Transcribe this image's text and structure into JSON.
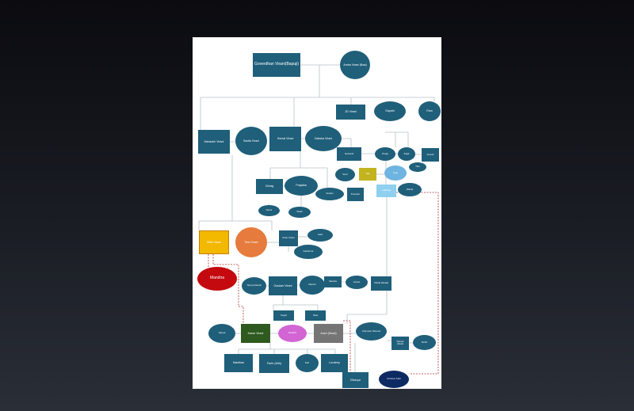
{
  "colors": {
    "node": "#1f5f7a",
    "line": "#b8c0c6",
    "dashed": "#b03030"
  },
  "nodes": {
    "goverdhan": "Goverdhan Virani(Bapuji)",
    "amba": "Amba Virani (Baa)",
    "jd": "JD Virani",
    "gayatri": "Gayatri",
    "rian": "Rian",
    "mansukh": "Mansukh Virani",
    "savita": "Savita Virani",
    "hemal": "Hemal Virani",
    "daksha": "Daksha Virani",
    "hemanti": "Hemanti",
    "pooja": "Pooja",
    "kajal": "Kajal",
    "anand": "Anand",
    "sruti": "Sruti",
    "yellow_small": "Dia",
    "bluecirc": "Arya",
    "tido": "Tido",
    "lightblue": "Lakshya",
    "wazid": "Wazid",
    "chirag": "Chirag",
    "prajakta": "Prajakta",
    "suhani": "Suhani",
    "poonam": "Poonam",
    "samir": "Samir",
    "swati": "Swati",
    "mihir": "Mihir Virani",
    "tulsi": "Tulsi Virani",
    "kiran": "Kiran Virani",
    "aarti": "Aarti",
    "karishma": "Karishma",
    "mandira": "Mandira",
    "tanya": "Tanya (Dead)",
    "gautam": "Gautam Virani",
    "damini": "Damini",
    "vansha": "Vansha",
    "jessie": "Jessie",
    "vishal": "Vishal (Dead)",
    "payal": "Payal",
    "nisa": "Nisa",
    "sanya": "Sanya",
    "karan": "Karan Virani",
    "nandini": "Nandini",
    "ansh": "Ansh (Dead)",
    "unknown": "Unknown Woman",
    "ronak": "Ronak",
    "ronak_sub": "(Dead)",
    "rohit": "Rohit",
    "manthan": "Manthan",
    "parth": "Parth (MIA)",
    "pari": "Pari",
    "lovdeep": "Lovdeep",
    "eklavya": "Eklavya",
    "krishna": "Krishna Tulsi"
  }
}
